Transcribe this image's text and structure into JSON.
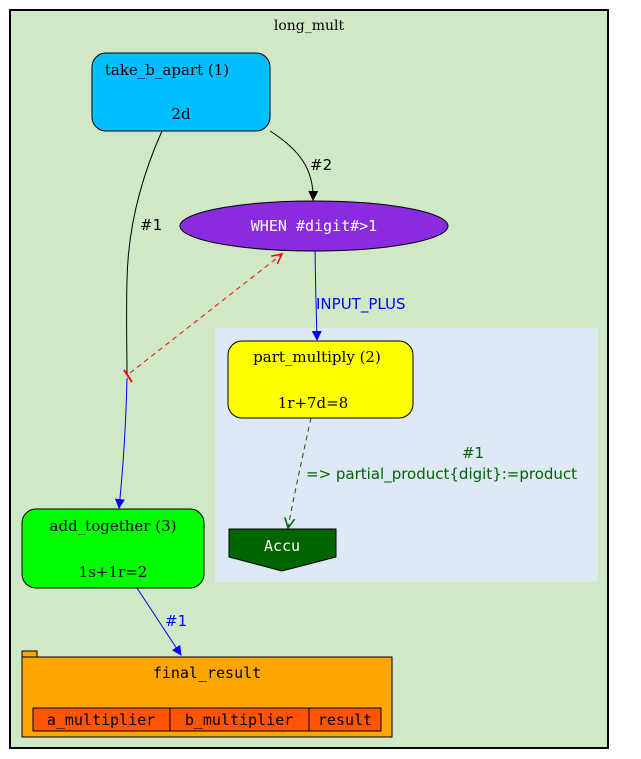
{
  "cluster": {
    "title": "long_mult",
    "fill": "#cfe9c6",
    "inner_fill": "#dde9f5"
  },
  "nodes": {
    "take_b_apart": {
      "title": "take_b_apart (1)",
      "sub": "2d",
      "fill": "#00bfff"
    },
    "when": {
      "label": "WHEN #digit#>1",
      "fill": "#8a2be2"
    },
    "part_multiply": {
      "title": "part_multiply (2)",
      "sub": "1r+7d=8",
      "fill": "#ffff00"
    },
    "accu": {
      "label": "Accu",
      "fill": "#006400"
    },
    "add_together": {
      "title": "add_together (3)",
      "sub": "1s+1r=2",
      "fill": "#00ff00"
    },
    "final_result": {
      "title": "final_result",
      "fill": "#ffa500",
      "cell_fill": "#ff5500",
      "columns": [
        "a_multiplier",
        "b_multiplier",
        "result"
      ]
    }
  },
  "edges": {
    "e1_label": "#1",
    "e2_label": "#2",
    "input_plus_label": "INPUT_PLUS",
    "accu_label_line1": "#1",
    "accu_label_line2": "=> partial_product{digit}:=product",
    "final_label": "#1"
  },
  "colors": {
    "blue_edge": "#0000ff",
    "red_edge": "#ff0000",
    "green_edge": "#006400",
    "black_edge": "#000000"
  }
}
